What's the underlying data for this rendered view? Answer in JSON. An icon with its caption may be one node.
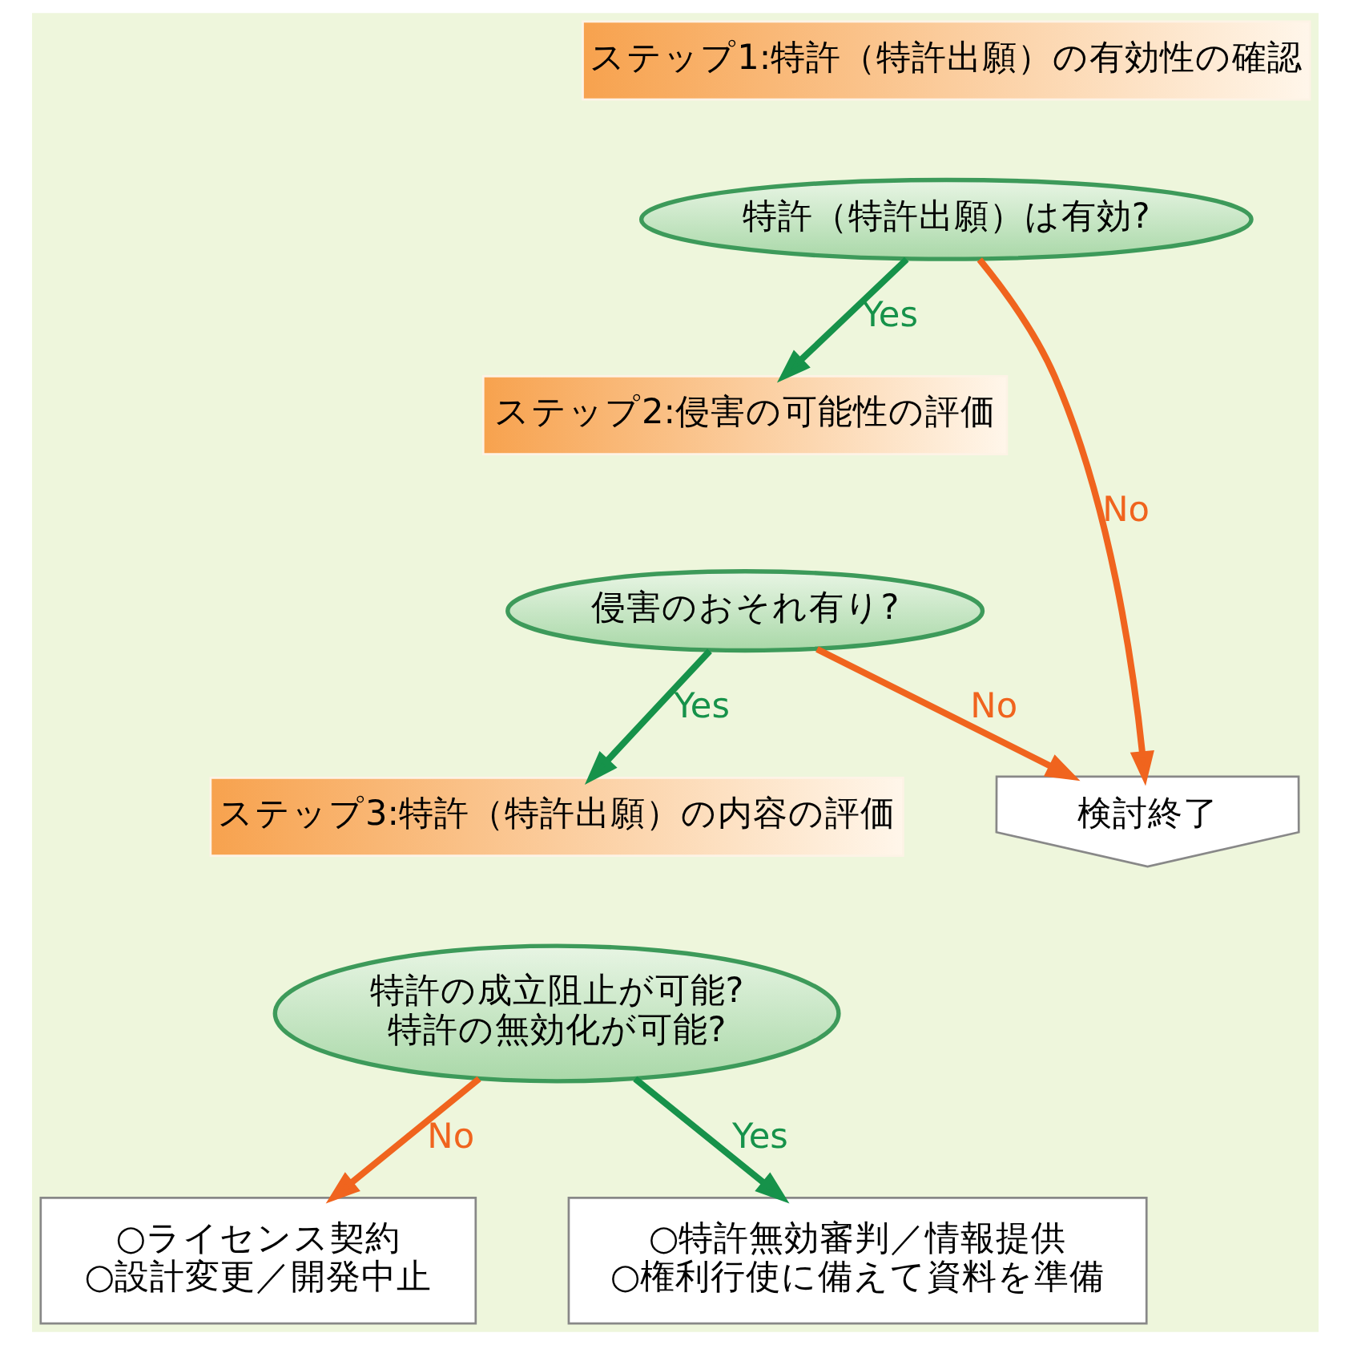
{
  "diagram": {
    "nodes": [
      {
        "text": [
          "ステップ1:特許（特許出願）の有効性の確認"
        ]
      },
      {
        "text": [
          "特許（特許出願）は有効?"
        ]
      },
      {
        "text": [
          "ステップ2:侵害の可能性の評価"
        ]
      },
      {
        "text": [
          "侵害のおそれ有り?"
        ]
      },
      {
        "text": [
          "検討終了"
        ]
      },
      {
        "text": [
          "ステップ3:特許（特許出願）の内容の評価"
        ]
      },
      {
        "text": [
          "特許の成立阻止が可能?",
          "特許の無効化が可能?"
        ]
      },
      {
        "text": [
          "○ライセンス契約",
          "○設計変更／開発中止"
        ]
      },
      {
        "text": [
          "○特許無効審判／情報提供",
          "○権利行使に備えて資料を準備"
        ]
      }
    ],
    "edges": [
      {
        "from": 1,
        "to": 2,
        "arrow": "to",
        "label": "Yes",
        "color": "#16924a"
      },
      {
        "from": 1,
        "to": 4,
        "arrow": "to",
        "label": "No",
        "color": "#f0641e"
      },
      {
        "from": 3,
        "to": 4,
        "arrow": "to",
        "label": "No",
        "color": "#f0641e"
      },
      {
        "from": 3,
        "to": 5,
        "arrow": "to",
        "label": "Yes",
        "color": "#16924a"
      },
      {
        "from": 6,
        "to": 7,
        "arrow": "to",
        "label": "No",
        "color": "#f0641e"
      },
      {
        "from": 6,
        "to": 8,
        "arrow": "to",
        "label": "Yes",
        "color": "#16924a"
      }
    ]
  }
}
